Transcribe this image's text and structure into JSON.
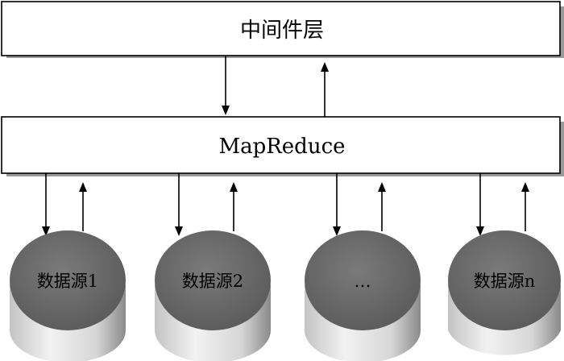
{
  "diagram": {
    "top_layer": {
      "label": "中间件层"
    },
    "mid_layer": {
      "label": "MapReduce"
    },
    "data_sources": [
      {
        "label": "数据源1"
      },
      {
        "label": "数据源2"
      },
      {
        "label": "…"
      },
      {
        "label": "数据源n"
      }
    ]
  },
  "colors": {
    "cylinder_top": "#686868",
    "cylinder_side_light": "#f2f2f2",
    "cylinder_side_dark": "#8a8a8a",
    "line": "#000000"
  }
}
